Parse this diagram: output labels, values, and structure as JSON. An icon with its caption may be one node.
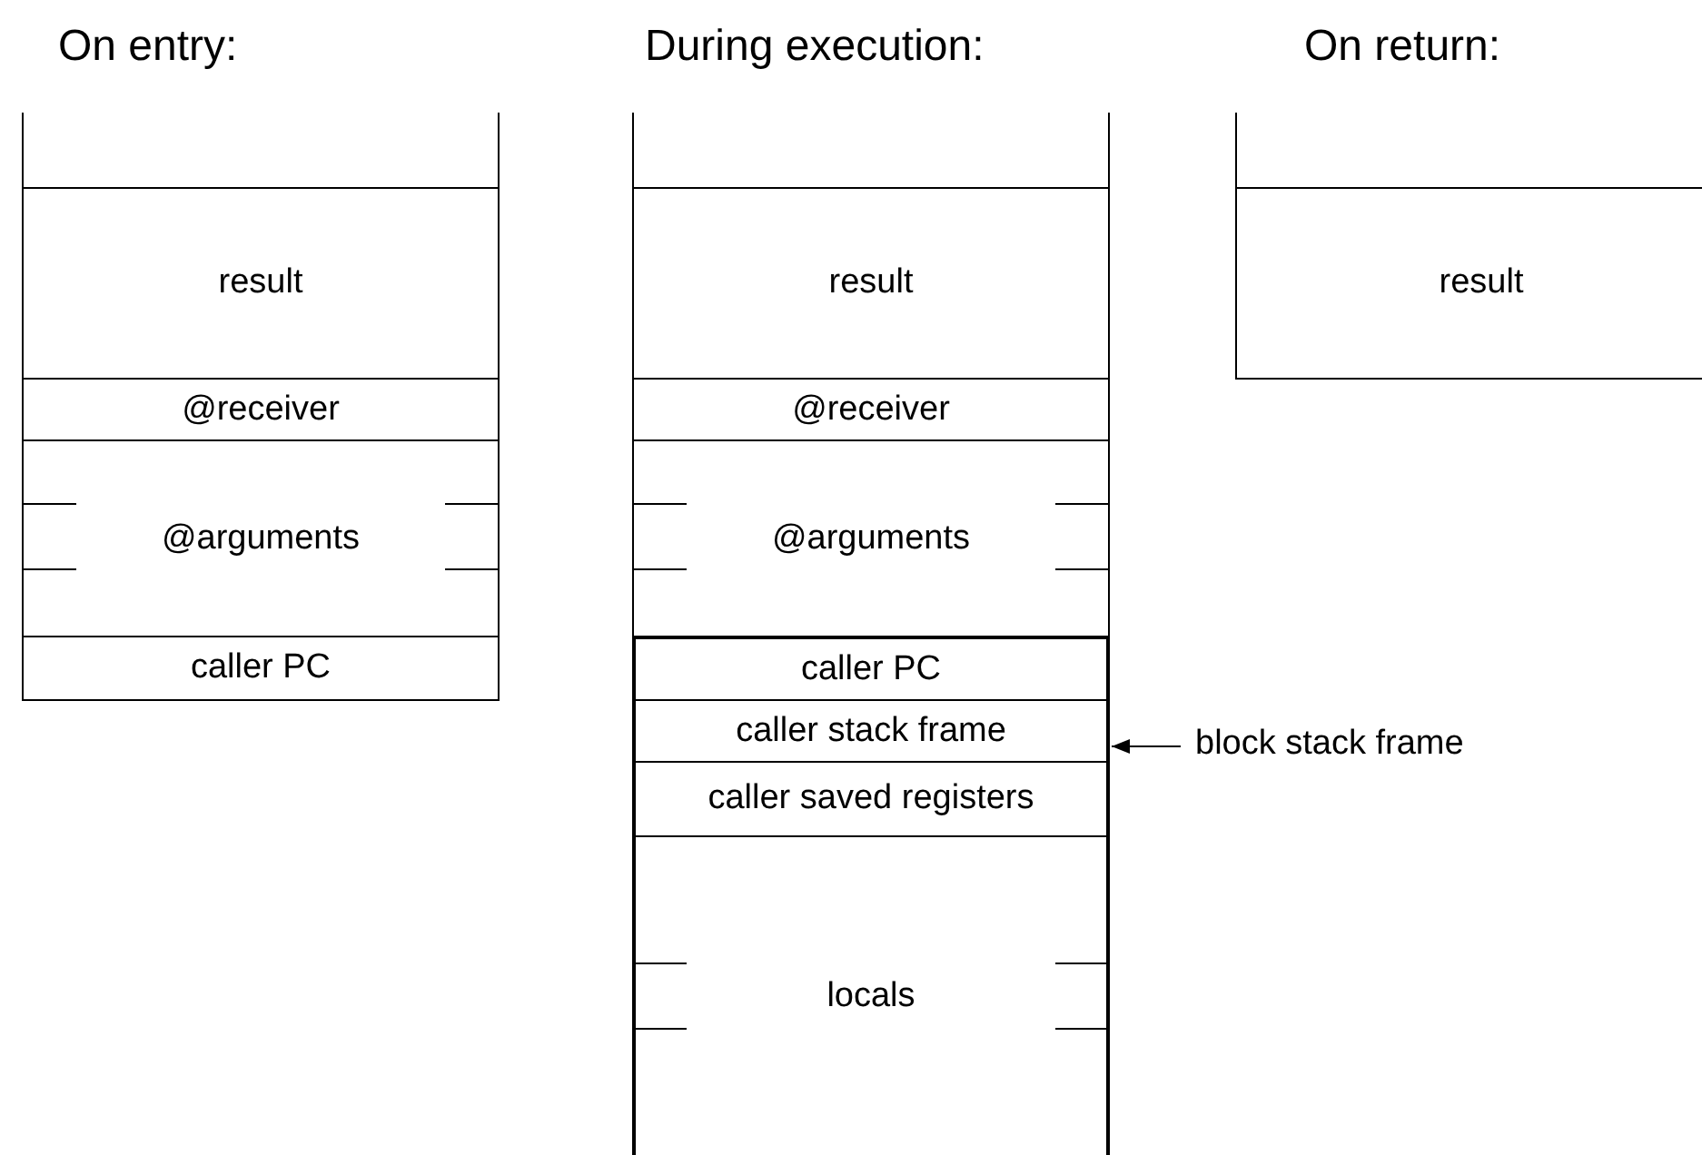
{
  "diagram": {
    "nodes": [
      {
        "text": [
          "result"
        ]
      },
      {
        "text": [
          "@receiver"
        ]
      },
      {
        "text": [
          "@arguments"
        ]
      },
      {
        "text": [
          "caller PC"
        ]
      },
      {
        "text": [
          "result"
        ]
      },
      {
        "text": [
          "@receiver"
        ]
      },
      {
        "text": [
          "@arguments"
        ]
      },
      {
        "text": [
          "caller PC"
        ]
      },
      {
        "text": [
          "caller stack frame"
        ]
      },
      {
        "text": [
          "caller saved registers"
        ]
      },
      {
        "text": [
          "locals"
        ]
      },
      {
        "text": [
          "result"
        ]
      },
      {
        "text": [
          "block stack frame"
        ]
      }
    ],
    "edges": [
      {
        "from": 12,
        "to": 8,
        "arrow": "to"
      }
    ],
    "labels": [
      "On entry:",
      "During execution:",
      "On return:"
    ]
  }
}
